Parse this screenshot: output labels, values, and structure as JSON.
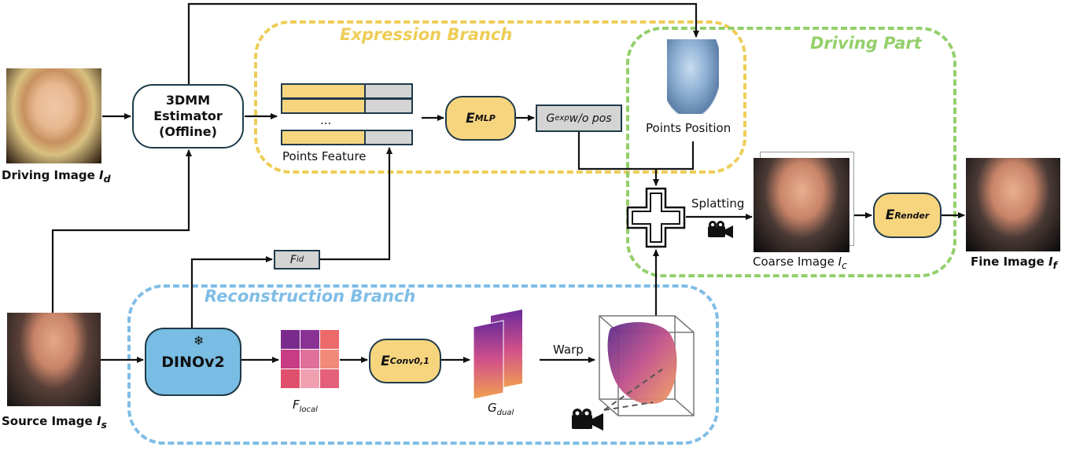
{
  "regions": {
    "expression": "Expression Branch",
    "driving": "Driving Part",
    "reconstruction": "Reconstruction Branch"
  },
  "inputs": {
    "driving_label": "Driving Image",
    "driving_sym": "I",
    "driving_sub": "d",
    "source_label": "Source Image",
    "source_sym": "I",
    "source_sub": "s"
  },
  "nodes": {
    "estimator_l1": "3DMM",
    "estimator_l2": "Estimator",
    "estimator_l3": "(Offline)",
    "dino": "DINOv2",
    "mlp_main": "E",
    "mlp_sub": "MLP",
    "conv_main": "E",
    "conv_sub": "Conv0,1",
    "render_main": "E",
    "render_sub": "Render"
  },
  "labels": {
    "points_feature": "Points Feature",
    "ellipsis": "...",
    "points_position": "Points Position",
    "gexp_main": "G",
    "gexp_sub": "exp",
    "gexp_rest": " w/o pos",
    "fid_main": "F",
    "fid_sub": "id",
    "flocal_main": "F",
    "flocal_sub": "local",
    "gdual_main": "G",
    "gdual_sub": "dual",
    "warp": "Warp",
    "splatting": "Splatting",
    "coarse_label": "Coarse Image",
    "coarse_sym": "I",
    "coarse_sub": "c",
    "fine_label": "Fine Image",
    "fine_sym": "I",
    "fine_sub": "f",
    "snowflake": "❄"
  },
  "icons": {
    "camera_1": "camera-icon",
    "camera_2": "camera-icon",
    "plus": "plus-icon"
  },
  "colors": {
    "expression": "#eecd57",
    "driving": "#93cf6a",
    "reconstruction": "#7fbde6",
    "encoder_fill": "#f7d57f",
    "dino_fill": "#79bde4",
    "tag_fill": "#d4d4d4"
  }
}
